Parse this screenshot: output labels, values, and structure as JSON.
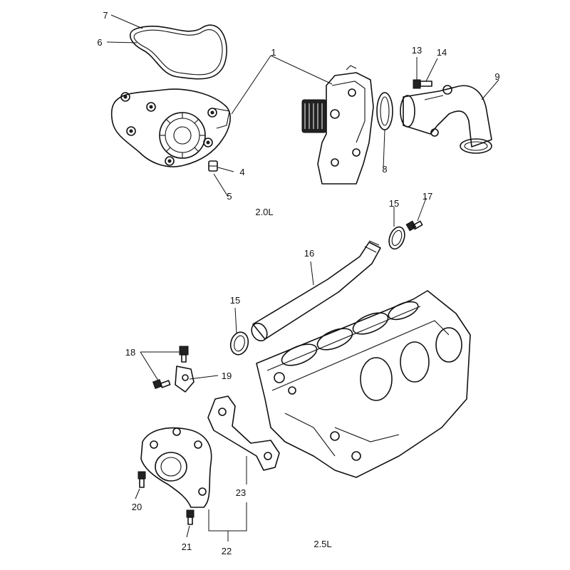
{
  "variants": {
    "top": "2.0L",
    "bottom": "2.5L"
  },
  "callouts": {
    "c1": "1",
    "c4": "4",
    "c5": "5",
    "c6": "6",
    "c7": "7",
    "c8": "8",
    "c9": "9",
    "c13": "13",
    "c14": "14",
    "c15a": "15",
    "c15b": "15",
    "c16": "16",
    "c17": "17",
    "c18": "18",
    "c19": "19",
    "c20": "20",
    "c21": "21",
    "c22": "22",
    "c23": "23"
  }
}
